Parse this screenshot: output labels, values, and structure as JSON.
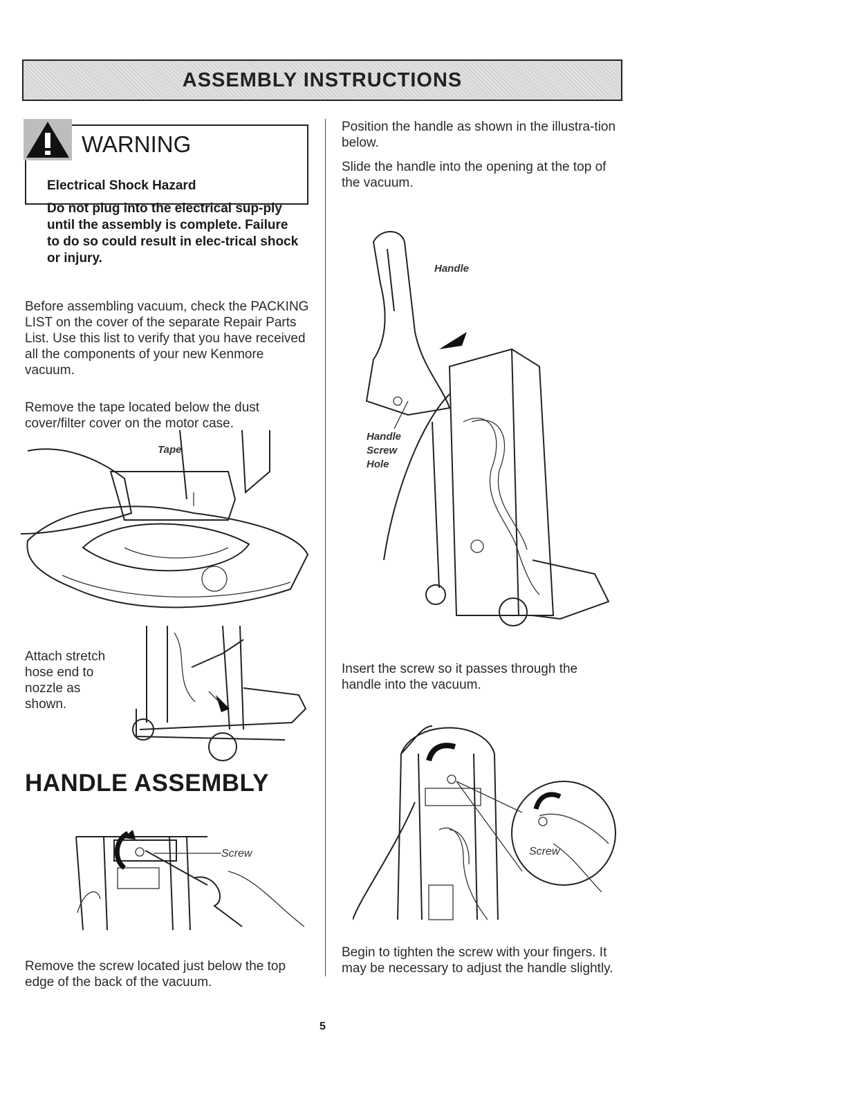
{
  "header": {
    "title": "ASSEMBLY INSTRUCTIONS"
  },
  "warning": {
    "title": "WARNING",
    "subtitle": "Electrical Shock Hazard",
    "body": "Do not plug into the electrical sup-ply until the assembly is complete. Failure to do so could result in elec-trical shock or injury.",
    "icon": "warning-triangle-icon"
  },
  "left": {
    "para1": "Before assembling vacuum, check the PACKING LIST on the cover of the separate Repair Parts List. Use this list to verify that you have received all the components of your new Kenmore vacuum.",
    "para2": "Remove the tape located below the dust cover/filter cover on the motor case.",
    "tape_label": "Tape",
    "attach_text": "Attach stretch hose end to nozzle as shown.",
    "heading": "HANDLE ASSEMBLY",
    "screw_label": "Screw",
    "remove_screw_text": "Remove the screw located just below the top edge of the back of the vacuum."
  },
  "right": {
    "para1": "Position the handle as shown in the illustra-tion below.",
    "para2": "Slide the handle into the opening at the top of the vacuum.",
    "handle_label": "Handle",
    "handle_screw_hole_label": "Handle Screw Hole",
    "insert_text": "Insert the screw so it passes through the handle into the vacuum.",
    "screw_label": "Screw",
    "tighten_text": "Begin to tighten the screw with your fingers. It may be necessary to adjust the handle slightly."
  },
  "footer": {
    "page_number": "5"
  }
}
